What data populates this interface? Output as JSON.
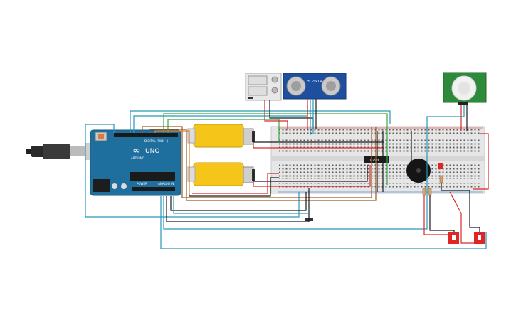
{
  "arduino": {
    "brand_mark": "∞",
    "model": "UNO",
    "digital_label": "DIGITAL (PWM~)",
    "analog_label": "ANALOG IN",
    "power_label": "POWER",
    "arduino_text": "ARDUINO"
  },
  "ultrasonic": {
    "label": "HC-SR04"
  },
  "driver_ic": {
    "label": "L298"
  },
  "colors": {
    "wire_red": "#d32b2b",
    "wire_black": "#1b1b1b",
    "wire_teal": "#2a97b8",
    "wire_green": "#3aa843",
    "wire_brown": "#9a5a2a",
    "wire_orange": "#d9822b",
    "arduino_blue": "#1f6f9e",
    "motor_yellow": "#f5c51a",
    "pir_green": "#2d8a3a",
    "button_red": "#e12424"
  },
  "icons": {
    "usb": "usb-cable-icon",
    "motor": "dc-motor-icon",
    "buzzer": "piezo-buzzer-icon",
    "led": "red-led-icon",
    "pir": "pir-sensor-icon"
  }
}
